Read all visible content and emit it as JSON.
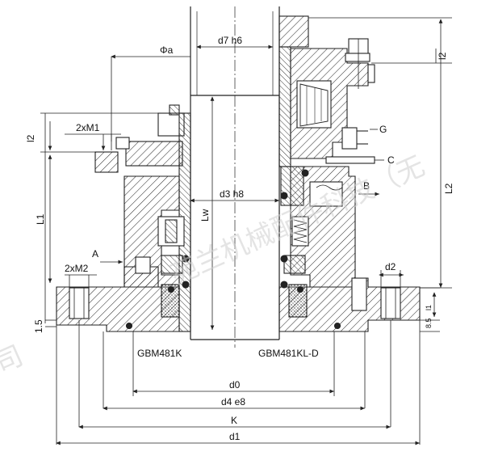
{
  "colors": {
    "line": "#222222",
    "hatch_fill": "#ffffff",
    "watermark": "#cfcfcf"
  },
  "labels": {
    "phi_a": "Φa",
    "d7": "d7 h6",
    "i2_left": "l2",
    "i2_right": "l2",
    "hole_m1": "2xM1",
    "g": "G",
    "c": "C",
    "d3": "d3 h8",
    "b": "B",
    "l1": "L1",
    "l2": "L2",
    "lw": "Lw",
    "a": "A",
    "hole_m2": "2xM2",
    "d2": "d2",
    "l1_small": "l1",
    "dim_15": "1.5",
    "dim_85": "8.5",
    "model_left": "GBM481K",
    "model_right": "GBM481KL-D",
    "d0": "d0",
    "d4": "d4 e8",
    "k": "K",
    "d1": "d1"
  },
  "watermark": {
    "text_main": "苑兰机械配件科技（无",
    "text_left": "司"
  }
}
